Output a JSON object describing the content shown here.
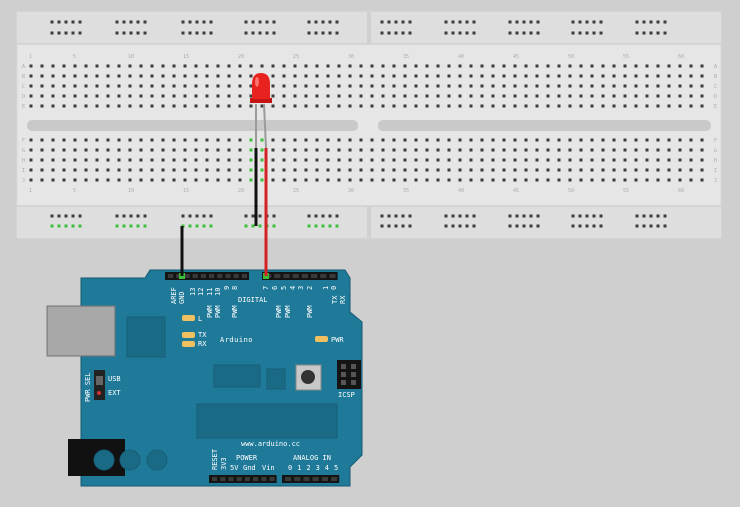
{
  "breadboard": {
    "row_letters_top": [
      "A",
      "B",
      "C",
      "D",
      "E"
    ],
    "row_letters_bottom": [
      "F",
      "G",
      "H",
      "I",
      "J"
    ],
    "column_numbers": [
      "1",
      "5",
      "10",
      "15",
      "20",
      "25",
      "30",
      "35",
      "40",
      "45",
      "50",
      "55",
      "60"
    ]
  },
  "led": {
    "color": "#e8231f"
  },
  "wires": {
    "gnd_color": "#111111",
    "signal_color": "#d42222"
  },
  "arduino": {
    "brand": "Arduino",
    "url": "www.arduino.cc",
    "aref": "AREF",
    "gnd": "GND",
    "digital_numbers": [
      "13",
      "12",
      "11",
      "10",
      "9",
      "8",
      "7",
      "6",
      "5",
      "4",
      "3",
      "2",
      "1",
      "0"
    ],
    "digital_label": "DIGITAL",
    "pwm": "PWM",
    "tx": "TX",
    "rx": "RX",
    "led_l": "L",
    "pwr": "PWR",
    "pwr_sel": "PWR SEL",
    "usb": "USB",
    "ext": "EXT",
    "icsp": "ICSP",
    "reset": "RESET",
    "v33": "3V3",
    "power": "POWER",
    "v5": "5V",
    "gnd2": "Gnd",
    "vin": "Vin",
    "analog_in": "ANALOG IN",
    "analog_numbers": [
      "0",
      "1",
      "2",
      "3",
      "4",
      "5"
    ],
    "board_color": "#1f7a99"
  }
}
